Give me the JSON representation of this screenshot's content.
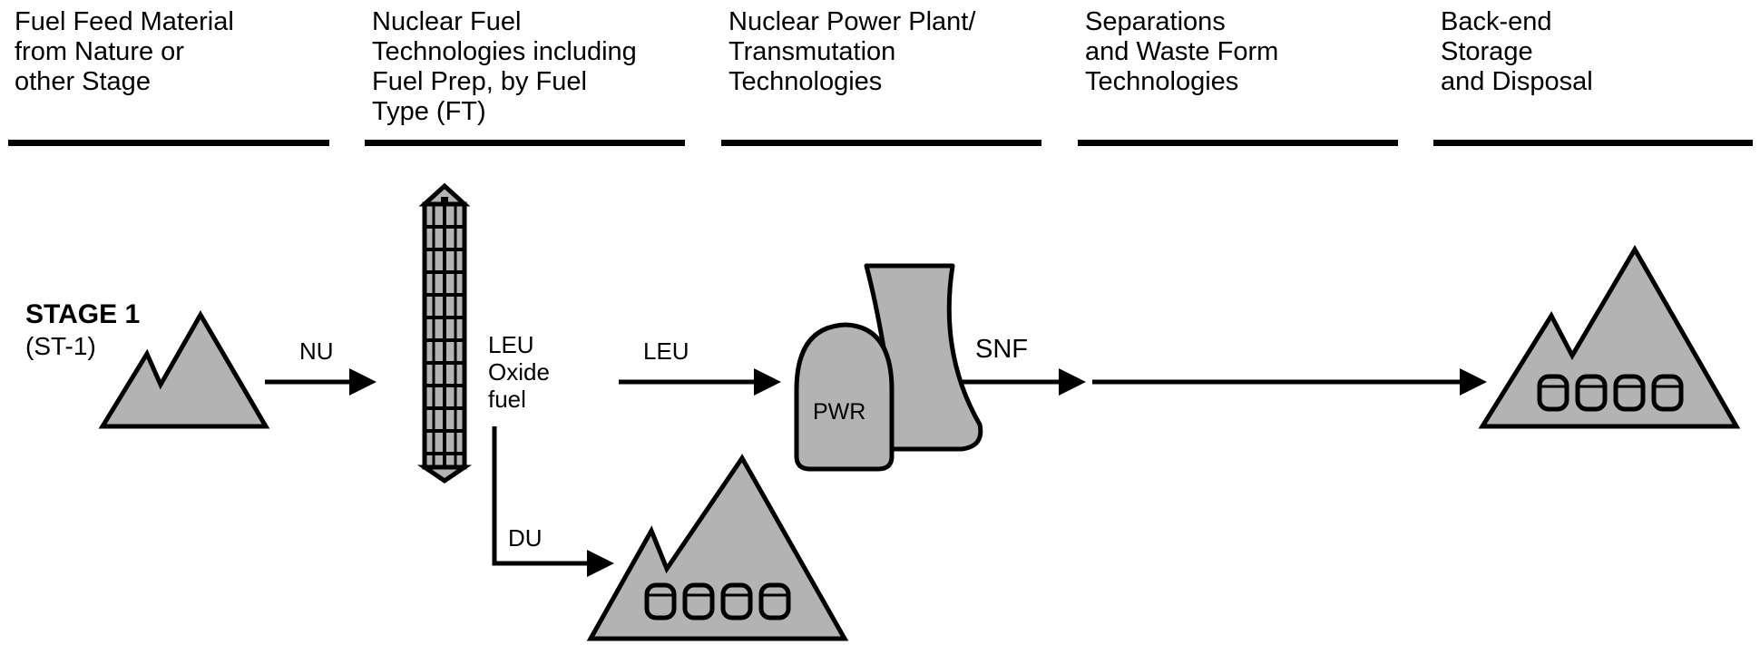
{
  "headers": [
    "Fuel Feed Material\nfrom Nature or\nother Stage",
    "Nuclear Fuel\nTechnologies including\nFuel Prep, by Fuel\nType (FT)",
    "Nuclear Power Plant/\nTransmutation\nTechnologies",
    "Separations\nand Waste Form\nTechnologies",
    "Back-end\nStorage\nand Disposal"
  ],
  "stage": {
    "title": "STAGE 1",
    "code": "(ST-1)"
  },
  "labels": {
    "nu": "NU",
    "fuel": "LEU\nOxide\nfuel",
    "leu": "LEU",
    "snf": "SNF",
    "du": "DU",
    "reactor": "PWR"
  },
  "colors": {
    "fill": "#b3b3b3",
    "stroke": "#000000",
    "background": "#ffffff"
  }
}
